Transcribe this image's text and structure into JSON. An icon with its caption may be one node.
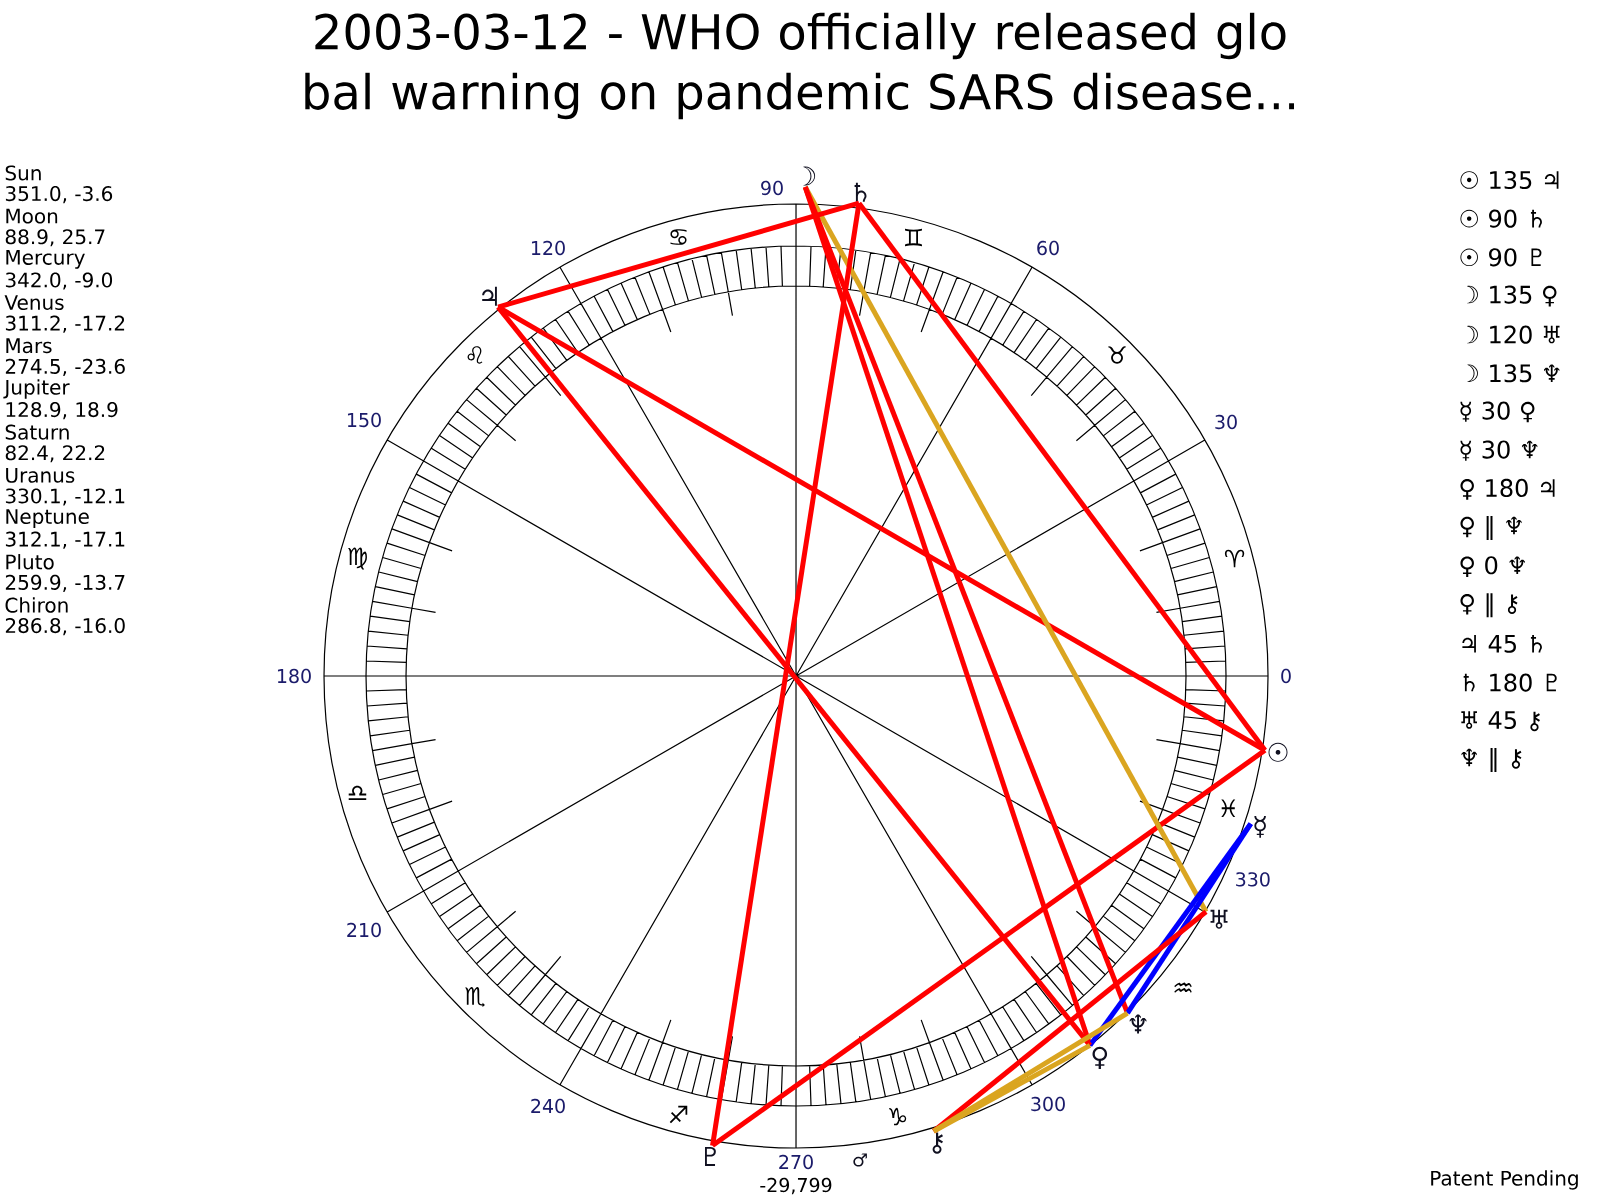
{
  "diagram": {
    "title": "2003-03-12 - WHO officially released glo bal warning on pandemic SARS disease...",
    "nodes": [
      {
        "text": [
          "☉"
        ]
      },
      {
        "text": [
          "☽"
        ]
      },
      {
        "text": [
          "☿"
        ]
      },
      {
        "text": [
          "♀"
        ]
      },
      {
        "text": [
          "♃"
        ]
      },
      {
        "text": [
          "♄"
        ]
      },
      {
        "text": [
          "♅"
        ]
      },
      {
        "text": [
          "♆"
        ]
      },
      {
        "text": [
          "♇"
        ]
      },
      {
        "text": [
          "⚷"
        ]
      }
    ],
    "edges": [
      {
        "from": 0,
        "to": 4,
        "arrow": "none"
      },
      {
        "from": 0,
        "to": 5,
        "arrow": "none"
      },
      {
        "from": 0,
        "to": 8,
        "arrow": "none"
      },
      {
        "from": 1,
        "to": 3,
        "arrow": "none"
      },
      {
        "from": 1,
        "to": 6,
        "arrow": "none",
        "color": "#daa520"
      },
      {
        "from": 1,
        "to": 7,
        "arrow": "none"
      },
      {
        "from": 2,
        "to": 3,
        "arrow": "none",
        "color": "#0000ff"
      },
      {
        "from": 2,
        "to": 7,
        "arrow": "none",
        "color": "#0000ff"
      },
      {
        "from": 3,
        "to": 4,
        "arrow": "none"
      },
      {
        "from": 3,
        "to": 9,
        "arrow": "none",
        "color": "#daa520"
      },
      {
        "from": 4,
        "to": 5,
        "arrow": "none"
      },
      {
        "from": 5,
        "to": 8,
        "arrow": "none"
      },
      {
        "from": 6,
        "to": 9,
        "arrow": "none"
      },
      {
        "from": 7,
        "to": 9,
        "arrow": "none",
        "color": "#daa520"
      }
    ],
    "labels": [
      "Sun",
      "351.0, -3.6",
      "Moon",
      "88.9, 25.7",
      "Mercury",
      "342.0, -9.0",
      "Venus",
      "311.2, -17.2",
      "Mars",
      "274.5, -23.6",
      "Jupiter",
      "128.9, 18.9",
      "Saturn",
      "82.4, 22.2",
      "Uranus",
      "330.1, -12.1",
      "Neptune",
      "312.1, -17.1",
      "Pluto",
      "259.9, -13.7",
      "Chiron",
      "286.8, -16.0",
      "0",
      "30",
      "60",
      "90",
      "120",
      "150",
      "180",
      "210",
      "240",
      "270",
      "300",
      "330",
      "-29,799",
      "♈",
      "♉",
      "♊",
      "♋",
      "♌",
      "♍",
      "♎",
      "♏",
      "♐",
      "♑",
      "♒",
      "♓",
      "♂",
      "☉ 135 ♃",
      "☉ 90 ♄",
      "☉ 90 ♇",
      "☽ 135 ♀",
      "☽ 120 ♅",
      "☽ 135 ♆",
      "☿ 30 ♀",
      "☿ 30 ♆",
      "♀ 180 ♃",
      "♀ ‖ ♆",
      "♀ 0 ♆",
      "♀ ‖ ⚷",
      "♃ 45 ♄",
      "♄ 180 ♇",
      "♅ 45 ⚷",
      "♆ ‖ ⚷",
      "Patent Pending"
    ]
  }
}
